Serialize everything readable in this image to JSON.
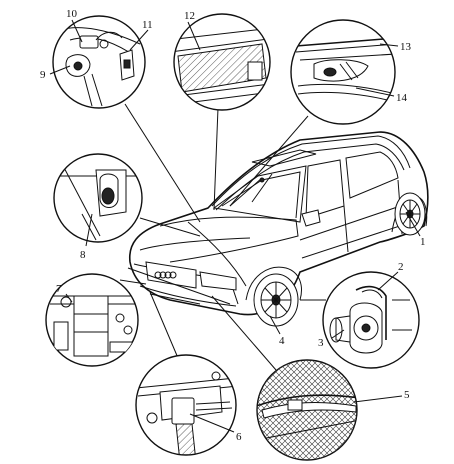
{
  "callouts": [
    {
      "id": "1",
      "text": "1"
    },
    {
      "id": "2",
      "text": "2"
    },
    {
      "id": "3",
      "text": "3"
    },
    {
      "id": "4",
      "text": "4"
    },
    {
      "id": "5",
      "text": "5"
    },
    {
      "id": "6",
      "text": "6"
    },
    {
      "id": "7",
      "text": "7"
    },
    {
      "id": "8",
      "text": "8"
    },
    {
      "id": "9",
      "text": "9"
    },
    {
      "id": "10",
      "text": "10"
    },
    {
      "id": "11",
      "text": "11"
    },
    {
      "id": "12",
      "text": "12"
    },
    {
      "id": "13",
      "text": "13"
    },
    {
      "id": "14",
      "text": "14"
    }
  ],
  "grille_badge": "Audi four-ring emblem"
}
